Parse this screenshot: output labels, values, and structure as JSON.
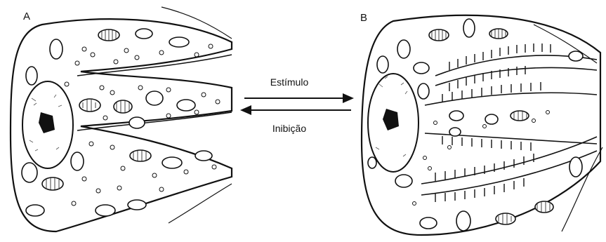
{
  "panels": {
    "a": {
      "label": "A"
    },
    "b": {
      "label": "B"
    }
  },
  "arrows": {
    "forward_label": "Estímulo",
    "reverse_label": "Inibição"
  },
  "colors": {
    "ink": "#111111",
    "paper": "#ffffff"
  }
}
